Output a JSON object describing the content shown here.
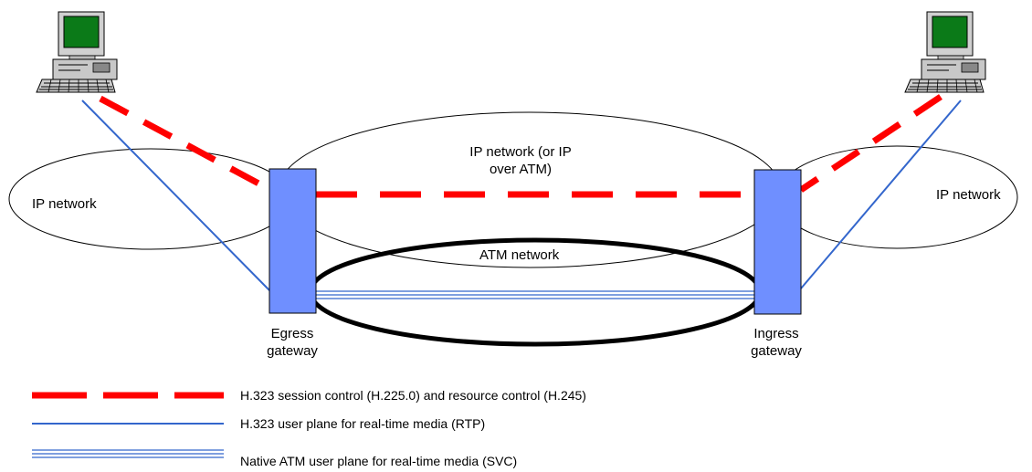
{
  "colors": {
    "session_control": "#ff0000",
    "rtp": "#3366cc",
    "svc": "#3366cc",
    "gateway_fill": "#6f8fff",
    "atm_ring": "#000000",
    "screen": "#0b7a18"
  },
  "icons": {
    "left_terminal": "desktop-computer-icon",
    "right_terminal": "desktop-computer-icon"
  },
  "networks": {
    "ip_left": "IP network",
    "ip_core_line1": "IP network (or IP",
    "ip_core_line2": "over ATM)",
    "ip_right": "IP network",
    "atm": "ATM network"
  },
  "gateways": {
    "egress_line1": "Egress",
    "egress_line2": "gateway",
    "ingress_line1": "Ingress",
    "ingress_line2": "gateway"
  },
  "legend": {
    "session_control": "H.323 session control (H.225.0) and resource control (H.245)",
    "rtp": "H.323 user plane for real-time media (RTP)",
    "svc": "Native ATM user plane for real-time media (SVC)"
  }
}
